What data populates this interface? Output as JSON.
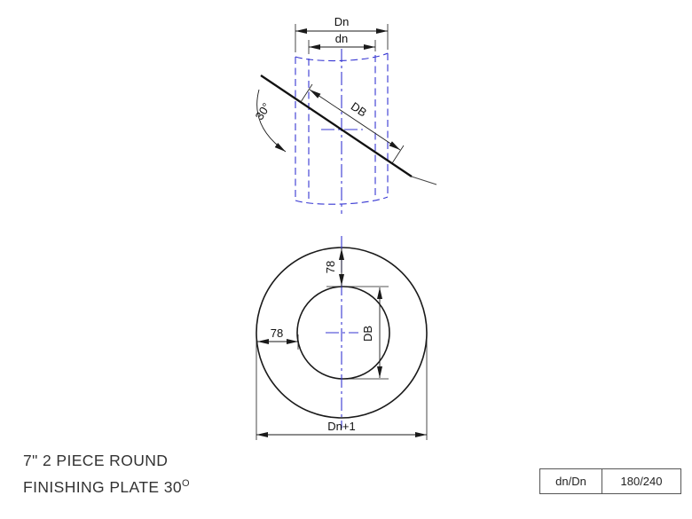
{
  "title": {
    "line1": "7\" 2 PIECE ROUND",
    "line2_main": "FINISHING PLATE 30",
    "line2_sup": "O"
  },
  "spec_table": {
    "label": "dn/Dn",
    "value": "180/240"
  },
  "top_view": {
    "dim_outer": "Dn",
    "dim_inner": "dn",
    "dim_diagonal": "DB",
    "angle_label": "30°"
  },
  "bottom_view": {
    "dim_top": "78",
    "dim_left": "78",
    "dim_inner_diameter": "DB",
    "dim_outer_diameter": "Dn+1"
  },
  "colors": {
    "construction_blue": "#3636d2",
    "line_black": "#1a1a1a"
  }
}
